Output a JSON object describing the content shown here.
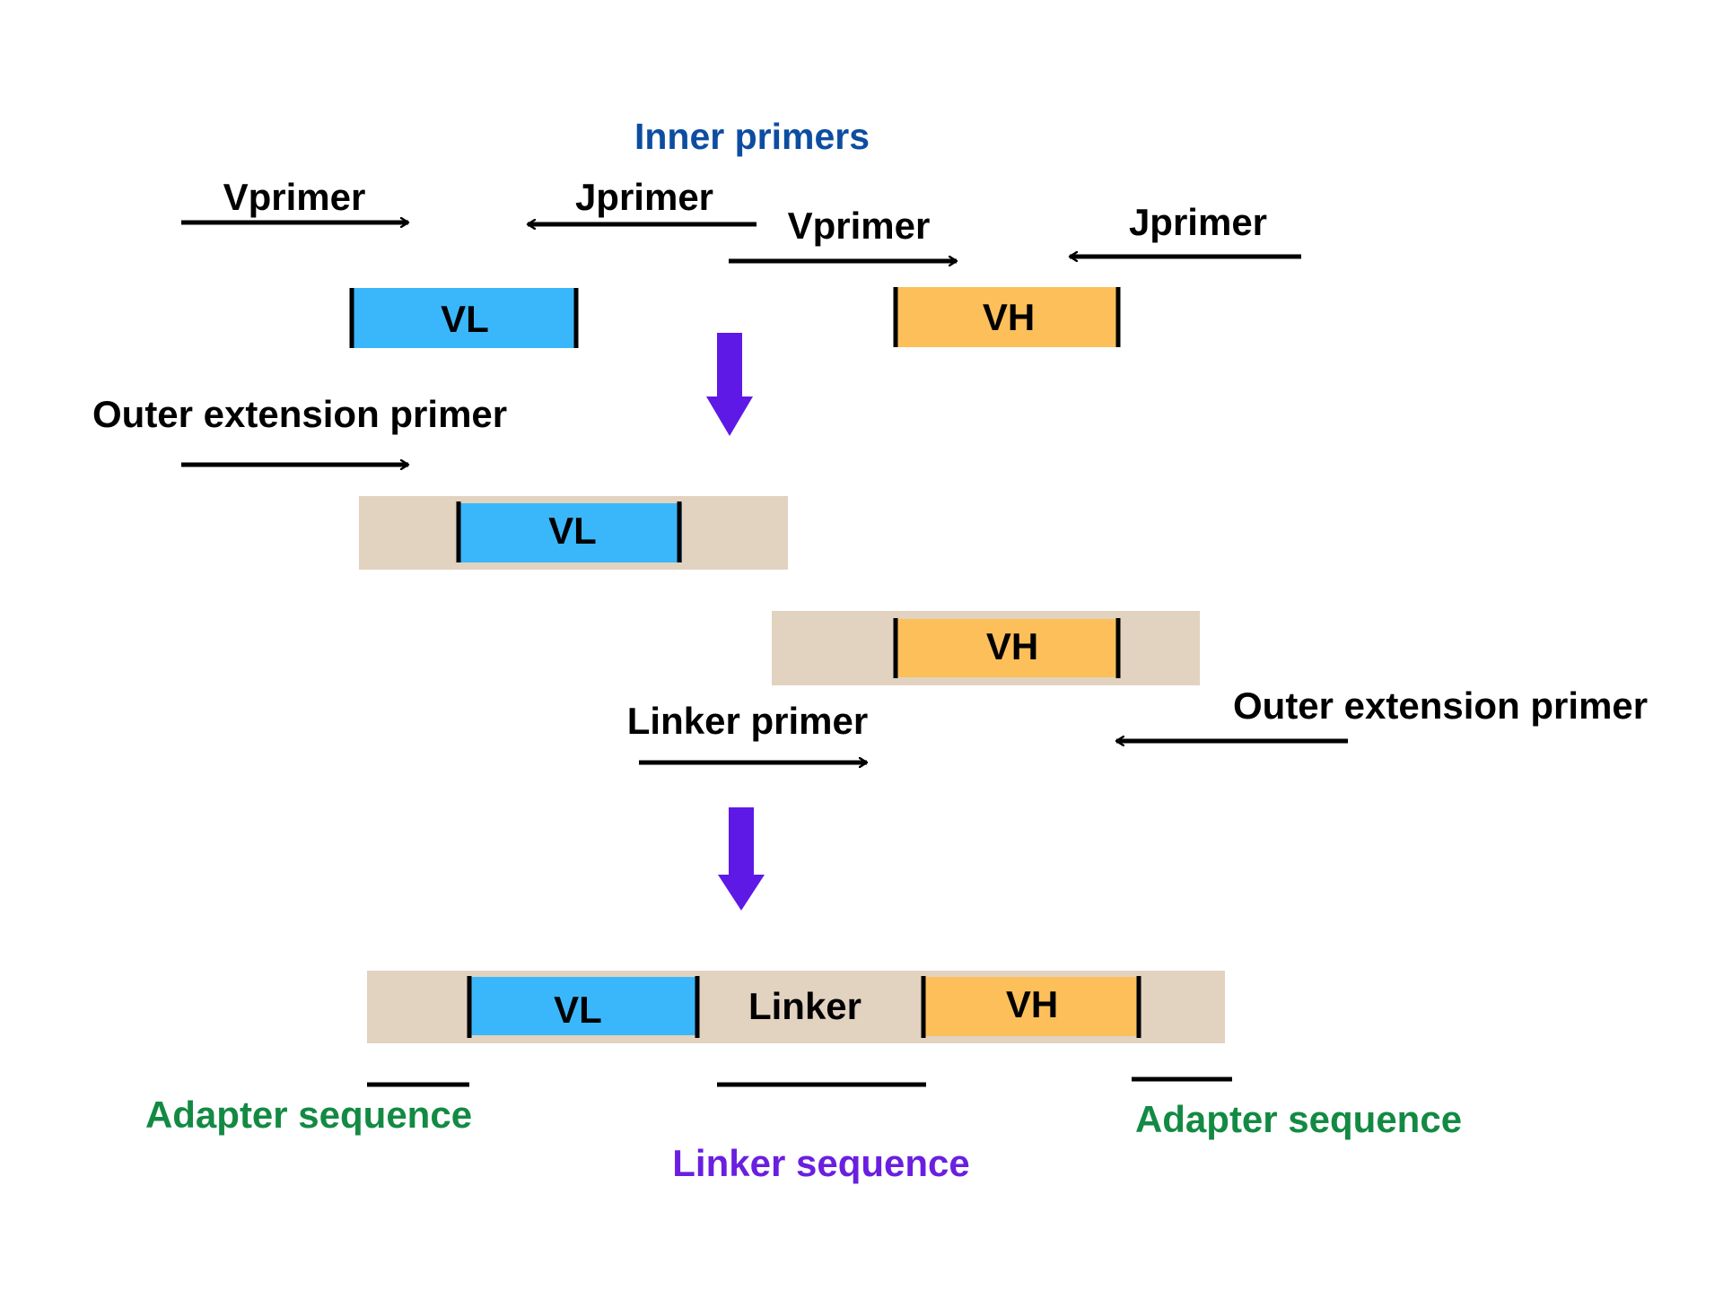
{
  "title": "Inner primers",
  "labels": {
    "vprimer_1": "Vprimer",
    "jprimer_1": "Jprimer",
    "vprimer_2": "Vprimer",
    "jprimer_2": "Jprimer",
    "outer_extension_primer_1": "Outer extension primer",
    "outer_extension_primer_2": "Outer extension primer",
    "linker_primer": "Linker primer",
    "adapter_sequence_left": "Adapter sequence",
    "adapter_sequence_right": "Adapter sequence",
    "linker_sequence": "Linker sequence"
  },
  "segments": {
    "vl": "VL",
    "vh": "VH",
    "linker": "Linker"
  },
  "colors": {
    "title": "#0d4da1",
    "vl": "#3ab7fb",
    "vh": "#fdbf5a",
    "extension": "#e2d2c0",
    "step_arrow": "#5f19e6",
    "adapter_text": "#138a43",
    "linker_text": "#6a1fe0",
    "ink": "#000000"
  }
}
